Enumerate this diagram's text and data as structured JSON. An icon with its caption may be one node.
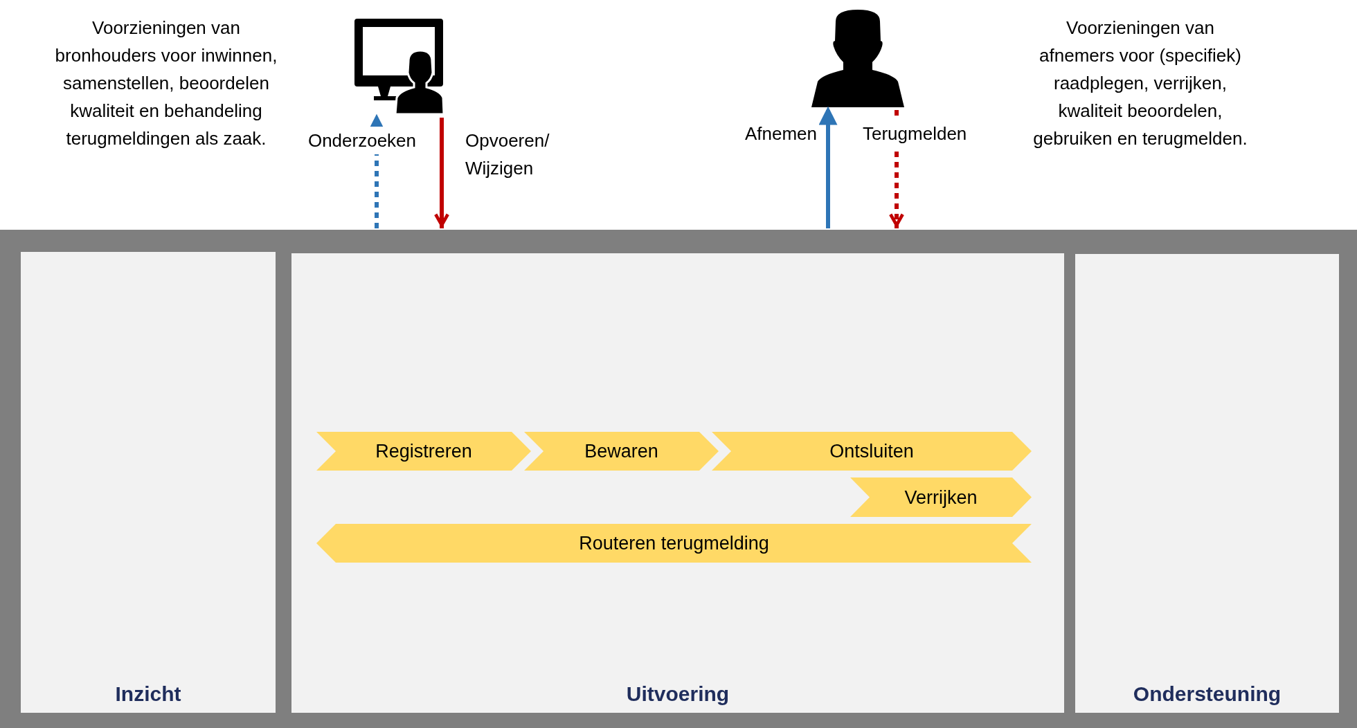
{
  "diagram": {
    "nodes": [
      {
        "text": [],
        "shape": "person"
      },
      {
        "text": [],
        "shape": "person"
      },
      {
        "text": [],
        "shape": "box"
      },
      {
        "text": [
          "Inzicht"
        ],
        "in": 2
      },
      {
        "text": [
          "Uitvoering"
        ],
        "in": 2
      },
      {
        "text": [
          "Ondersteuning"
        ],
        "in": 2
      },
      {
        "text": [
          "Registreren"
        ],
        "in": 4
      },
      {
        "text": [
          "Bewaren"
        ],
        "in": 4
      },
      {
        "text": [
          "Ontsluiten"
        ],
        "in": 4
      },
      {
        "text": [
          "Verrijken"
        ],
        "in": 4
      },
      {
        "text": [
          "Routeren terugmelding"
        ],
        "in": 4
      }
    ],
    "edges": [
      {
        "from": 2,
        "to": 0,
        "arrow": "to",
        "label": "Onderzoeken",
        "style": "dashed",
        "color": "#2e75b6"
      },
      {
        "from": 0,
        "to": 2,
        "arrow": "to",
        "label": "Opvoeren/ Wijzigen",
        "color": "#c00000"
      },
      {
        "from": 2,
        "to": 1,
        "arrow": "to",
        "label": "Afnemen",
        "color": "#2e75b6"
      },
      {
        "from": 1,
        "to": 2,
        "arrow": "to",
        "label": "Terugmelden",
        "style": "dashed",
        "color": "#c00000"
      }
    ],
    "labels": [
      "Voorzieningen van bronhouders voor inwinnen, samenstellen, beoordelen kwaliteit en behandeling terugmeldingen als zaak.",
      "Voorzieningen van afnemers voor (specifiek) raadplegen, verrijken, kwaliteit beoordelen, gebruiken en terugmelden."
    ]
  }
}
